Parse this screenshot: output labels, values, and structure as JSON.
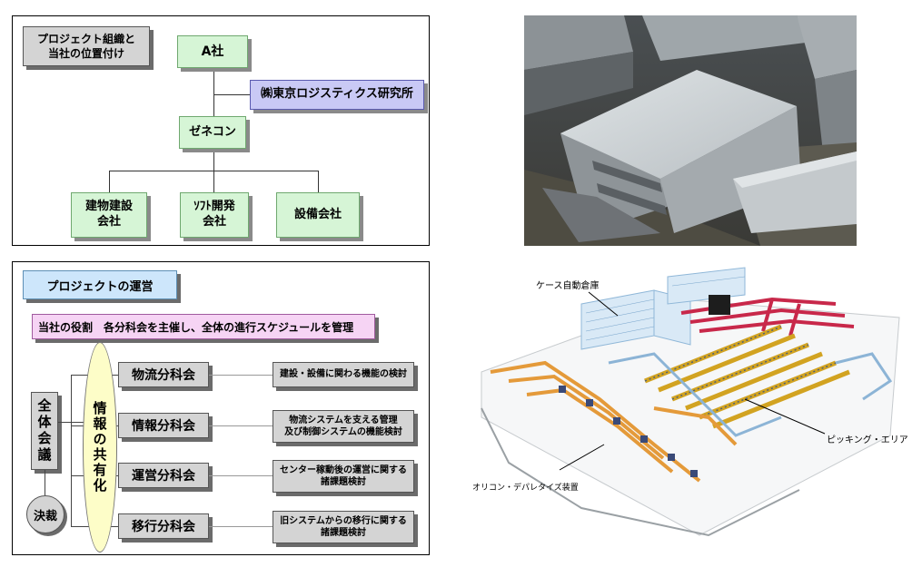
{
  "org_chart": {
    "position_label": "プロジェクト組織と\n当社の位置付け",
    "a_company": "A社",
    "tokyo_logistics": "㈱東京ロジスティクス研究所",
    "general_contractor": "ゼネコン",
    "building_construction": "建物建設\n会社",
    "software_dev": "ｿﾌﾄ開発\n会社",
    "equipment_company": "設備会社"
  },
  "operations": {
    "title": "プロジェクトの運営",
    "role": "当社の役割　各分科会を主催し、全体の進行スケジュールを管理",
    "plenary": "全体会議",
    "decision": "決裁",
    "info_sharing": "情報の共有化",
    "committees": [
      {
        "name": "物流分科会",
        "detail": "建設・設備に関わる機能の検討"
      },
      {
        "name": "情報分科会",
        "detail": "物流システムを支える管理\n及び制御システムの機能検討"
      },
      {
        "name": "運営分科会",
        "detail": "センター稼動後の運営に関する\n諸課題検討"
      },
      {
        "name": "移行分科会",
        "detail": "旧システムからの移行に関する\n諸課題検討"
      }
    ]
  },
  "warehouse_diagram": {
    "case_auto_warehouse": "ケース自動倉庫",
    "picking_area": "ピッキング・エリア",
    "oricon_device": "オリコン・デパレタイズ装置"
  },
  "colors": {
    "green_box": "#d6f5d6",
    "purple_box": "#c9c9f5",
    "blue_box": "#cde6fb",
    "pink_box": "#f6d4f4",
    "yellow_oval": "#fdfdc8",
    "gray_box": "#d4d4d4"
  }
}
